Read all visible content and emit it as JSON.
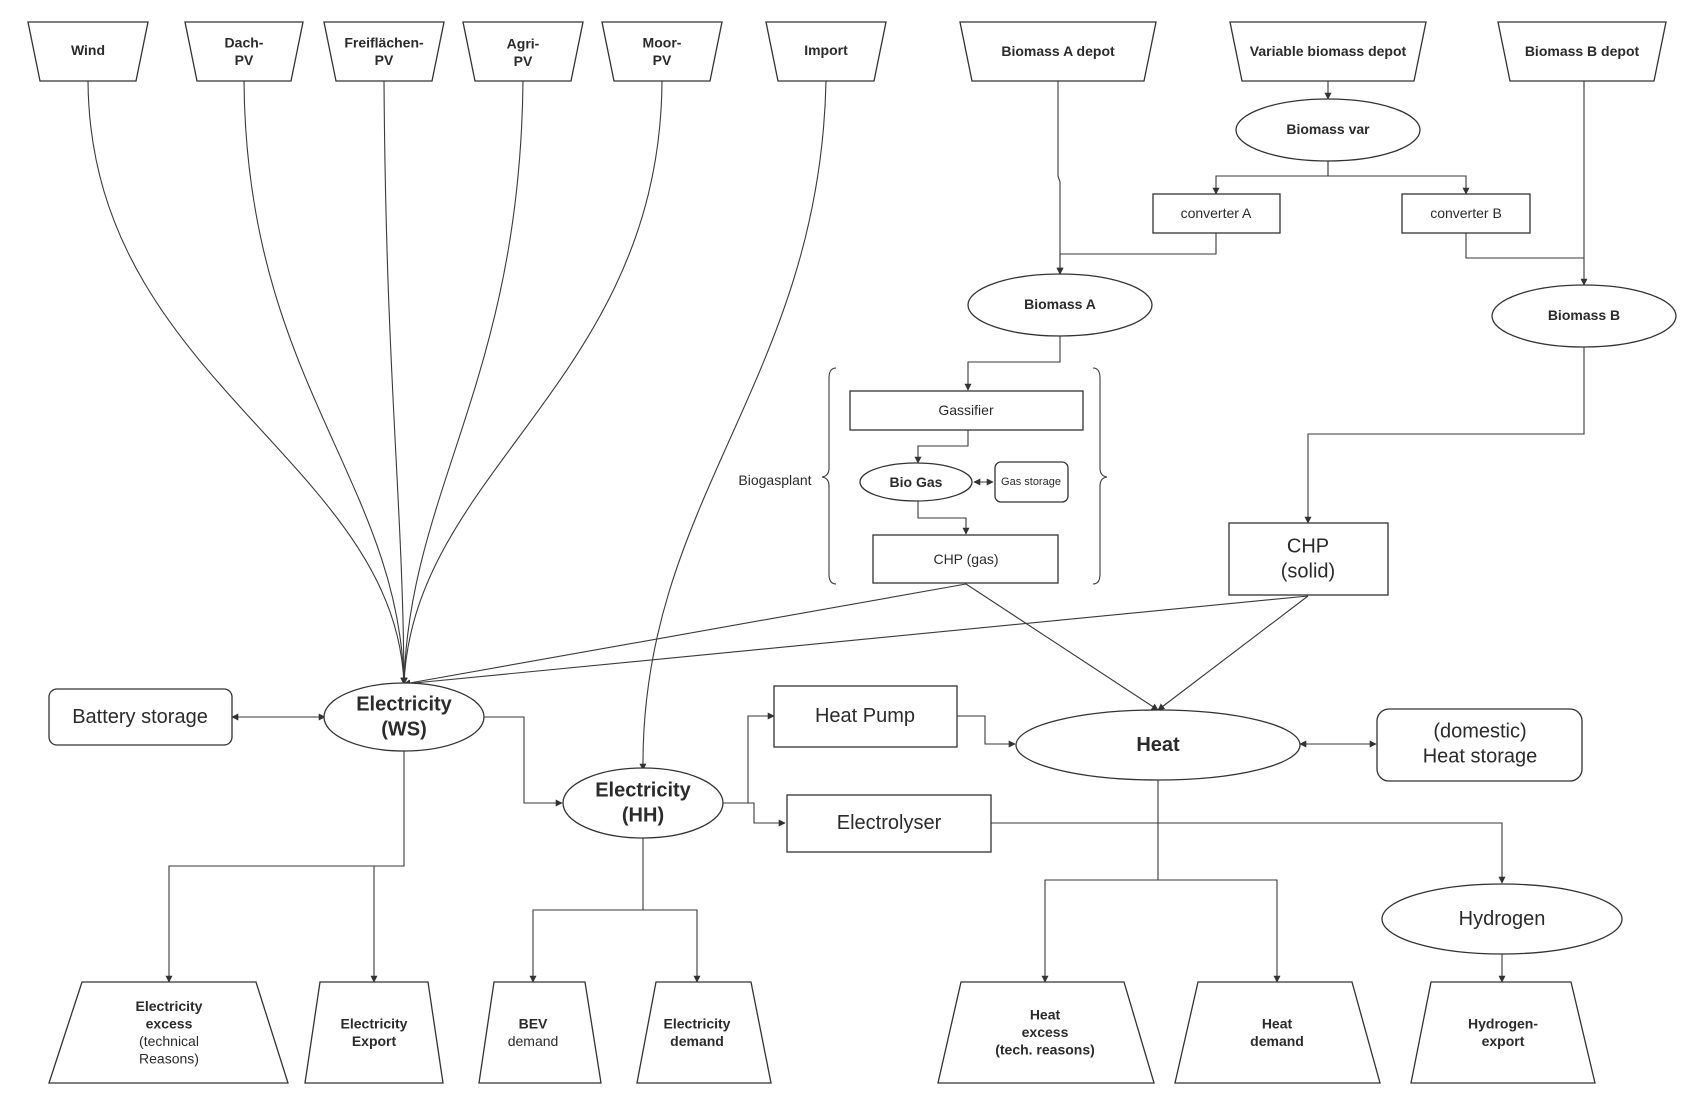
{
  "diagram": {
    "sources": {
      "wind": [
        "Wind"
      ],
      "dach_pv": [
        "Dach-",
        "PV"
      ],
      "freiflaechen_pv": [
        "Freiflächen-",
        "PV"
      ],
      "agri_pv": [
        "Agri-",
        "PV"
      ],
      "moor_pv": [
        "Moor-",
        "PV"
      ],
      "import": [
        "Import"
      ],
      "biomass_a_depot": [
        "Biomass A depot"
      ],
      "variable_biomass_depot": [
        "Variable biomass depot"
      ],
      "biomass_b_depot": [
        "Biomass B depot"
      ]
    },
    "nodes": {
      "biomass_var": [
        "Biomass var"
      ],
      "converter_a": [
        "converter A"
      ],
      "converter_b": [
        "converter B"
      ],
      "biomass_a": [
        "Biomass A"
      ],
      "biomass_b": [
        "Biomass B"
      ],
      "gassifier": [
        "Gassifier"
      ],
      "bio_gas": [
        "Bio Gas"
      ],
      "gas_storage": [
        "Gas storage"
      ],
      "chp_gas": [
        "CHP (gas)"
      ],
      "chp_solid": [
        "CHP",
        "(solid)"
      ],
      "biogasplant": [
        "Biogasplant"
      ],
      "battery_storage": [
        "Battery storage"
      ],
      "electricity_ws": [
        "Electricity",
        "(WS)"
      ],
      "electricity_hh": [
        "Electricity",
        "(HH)"
      ],
      "heat_pump": [
        "Heat Pump"
      ],
      "electrolyser": [
        "Electrolyser"
      ],
      "heat": [
        "Heat"
      ],
      "heat_storage": [
        "(domestic)",
        "Heat storage"
      ],
      "hydrogen": [
        "Hydrogen"
      ]
    },
    "sinks": {
      "electricity_excess": [
        "Electricity",
        "excess",
        "(technical",
        "Reasons)"
      ],
      "electricity_export": [
        "Electricity",
        "Export"
      ],
      "bev_demand": [
        "BEV",
        "demand"
      ],
      "electricity_demand": [
        "Electricity",
        "demand"
      ],
      "heat_excess": [
        "Heat",
        "excess",
        "(tech. reasons)"
      ],
      "heat_demand": [
        "Heat",
        "demand"
      ],
      "hydrogen_export": [
        "Hydrogen-",
        "export"
      ]
    }
  }
}
